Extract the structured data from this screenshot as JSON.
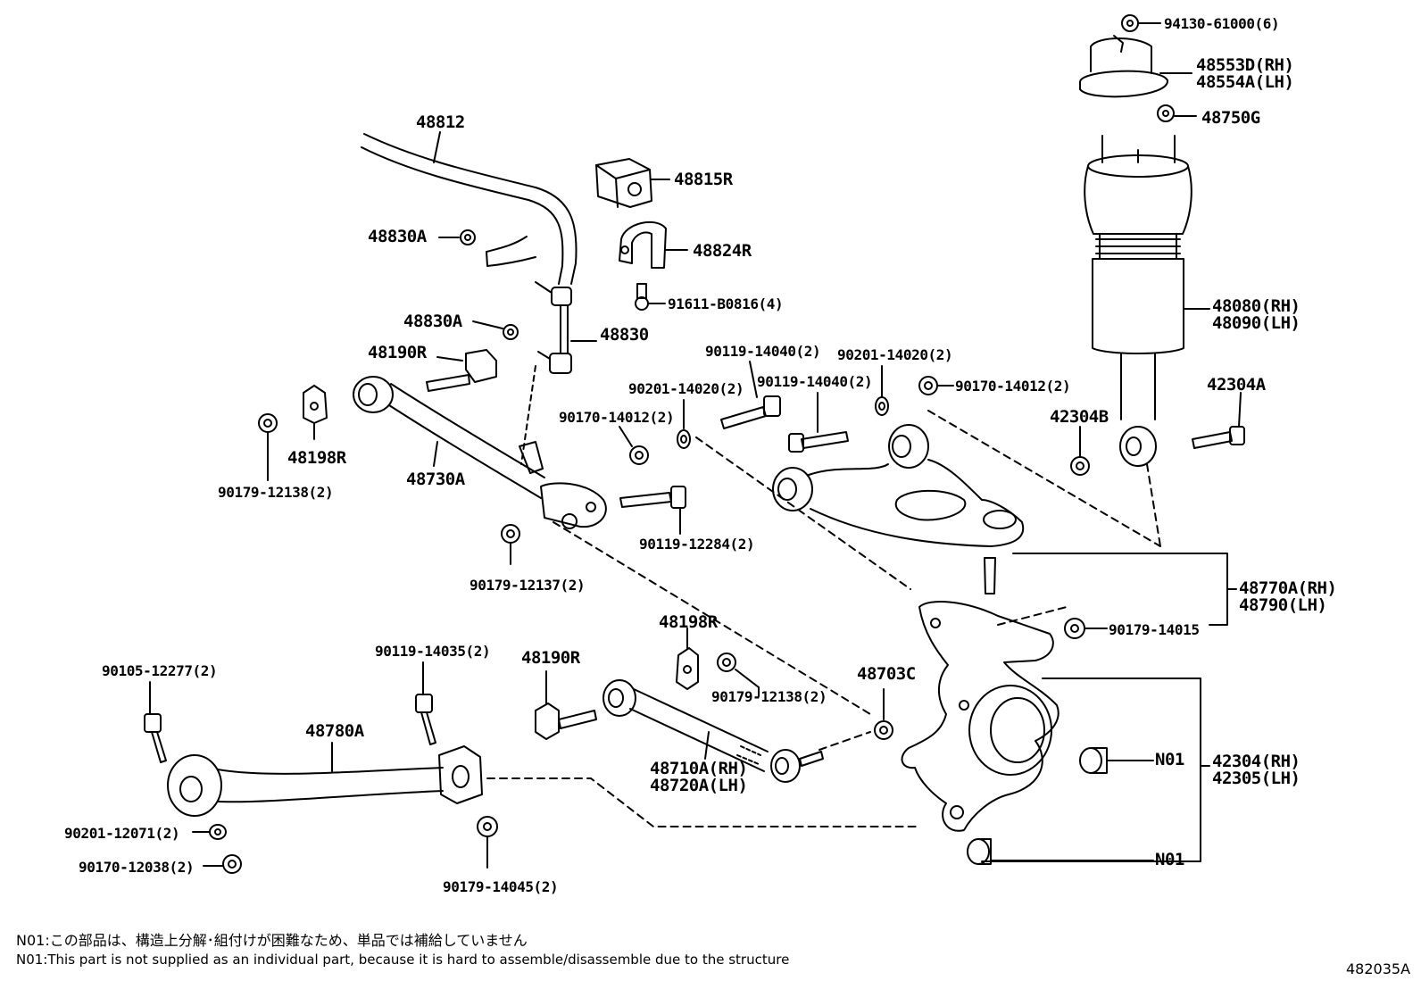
{
  "parts": {
    "p48812": "48812",
    "p48815R": "48815R",
    "p48830A_top": "48830A",
    "p48824R": "48824R",
    "p91611": "91611-B0816(4)",
    "p48830A_mid": "48830A",
    "p48830": "48830",
    "p48190R_top": "48190R",
    "p48198R_top": "48198R",
    "p90179_12138_top": "90179-12138(2)",
    "p48730A": "48730A",
    "p90119_14040_a": "90119-14040(2)",
    "p90201_14020_a": "90201-14020(2)",
    "p90201_14020_b": "90201-14020(2)",
    "p90119_14040_b": "90119-14040(2)",
    "p90170_14012_a": "90170-14012(2)",
    "p90170_14012_b": "90170-14012(2)",
    "p90119_12284": "90119-12284(2)",
    "p90179_12137": "90179-12137(2)",
    "p94130": "94130-61000(6)",
    "p48553D": "48553D(RH)",
    "p48554A": "48554A(LH)",
    "p48750G": "48750G",
    "p48080": "48080(RH)",
    "p48090": "48090(LH)",
    "p42304A": "42304A",
    "p42304B": "42304B",
    "p48770A": "48770A(RH)",
    "p48790": "48790(LH)",
    "p90179_14015": "90179-14015",
    "p48198R_low": "48198R",
    "p48190R_low": "48190R",
    "p90119_14035": "90119-14035(2)",
    "p90105_12277": "90105-12277(2)",
    "p48780A": "48780A",
    "p90179_12138_low": "90179-12138(2)",
    "p48703C": "48703C",
    "p48710A": "48710A(RH)",
    "p48720A": "48720A(LH)",
    "p42304_rh": "42304(RH)",
    "p42305_lh": "42305(LH)",
    "pN01_a": "N01",
    "pN01_b": "N01",
    "p90201_12071": "90201-12071(2)",
    "p90170_12038": "90170-12038(2)",
    "p90179_14045": "90179-14045(2)"
  },
  "notes": {
    "jp": "N01:この部品は、構造上分解･組付けが困難なため、単品では補給していません",
    "en": "N01:This part is not supplied as an individual part, because it is hard to assemble/disassemble due to the structure"
  },
  "diagram_id": "482035A"
}
